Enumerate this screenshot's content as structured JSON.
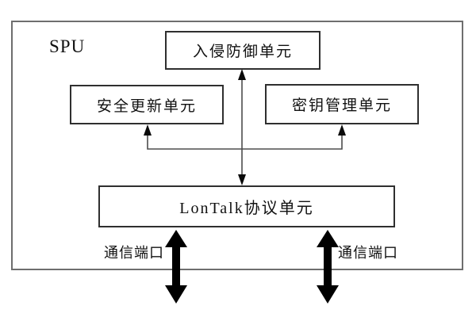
{
  "diagram": {
    "container_label": "SPU",
    "nodes": [
      {
        "id": "intrusion-prevention-unit",
        "label": "入侵防御单元"
      },
      {
        "id": "security-update-unit",
        "label": "安全更新单元"
      },
      {
        "id": "key-management-unit",
        "label": "密钥管理单元"
      },
      {
        "id": "lontalk-protocol-unit",
        "label": "LonTalk协议单元"
      }
    ],
    "port_labels": {
      "left": "通信端口",
      "right": "通信端口"
    },
    "connections": [
      {
        "from": "lontalk-protocol-unit",
        "to": "intrusion-prevention-unit",
        "style": "thin-double-arrow"
      },
      {
        "from": "lontalk-protocol-unit",
        "to": "security-update-unit",
        "style": "thin-arrow-up"
      },
      {
        "from": "lontalk-protocol-unit",
        "to": "key-management-unit",
        "style": "thin-arrow-up"
      },
      {
        "from": "lontalk-protocol-unit",
        "to": "external-left",
        "style": "thick-double-arrow"
      },
      {
        "from": "lontalk-protocol-unit",
        "to": "external-right",
        "style": "thick-double-arrow"
      }
    ],
    "colors": {
      "background": "#ffffff",
      "outer_border": "#6e6e6e",
      "box_border": "#2f2f2f",
      "connector": "#4d4d4d",
      "arrow": "#000000",
      "text": "#111111"
    }
  }
}
